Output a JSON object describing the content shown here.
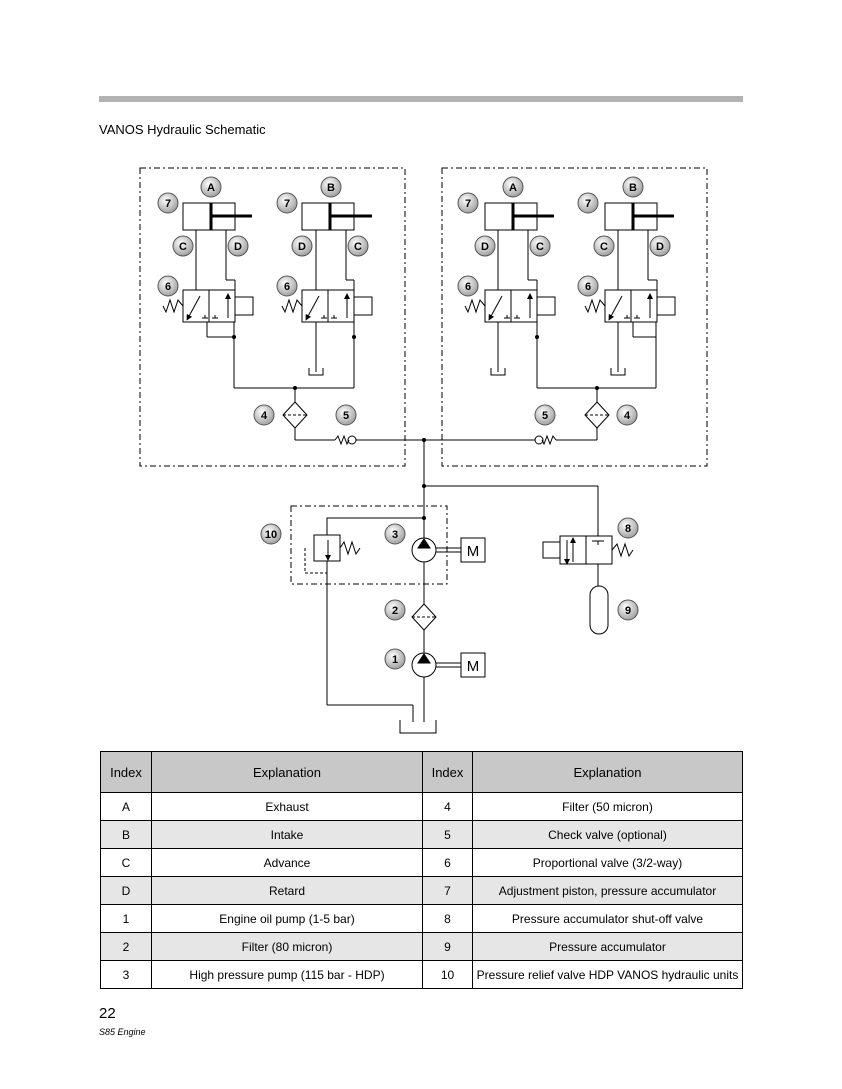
{
  "page": {
    "title": "VANOS Hydraulic Schematic",
    "page_number": "22",
    "footer": "S85 Engine"
  },
  "schematic": {
    "labels": {
      "A": "A",
      "B": "B",
      "C": "C",
      "D": "D",
      "n1": "1",
      "n2": "2",
      "n3": "3",
      "n4": "4",
      "n5": "5",
      "n6": "6",
      "n7": "7",
      "n8": "8",
      "n9": "9",
      "n10": "10",
      "motor": "M"
    }
  },
  "legend": {
    "headers": [
      "Index",
      "Explanation",
      "Index",
      "Explanation"
    ],
    "rows": [
      {
        "i1": "A",
        "e1": "Exhaust",
        "i2": "4",
        "e2": "Filter (50 micron)"
      },
      {
        "i1": "B",
        "e1": "Intake",
        "i2": "5",
        "e2": "Check valve (optional)"
      },
      {
        "i1": "C",
        "e1": "Advance",
        "i2": "6",
        "e2": "Proportional valve (3/2-way)"
      },
      {
        "i1": "D",
        "e1": "Retard",
        "i2": "7",
        "e2": "Adjustment piston, pressure accumulator"
      },
      {
        "i1": "1",
        "e1": "Engine oil pump (1-5 bar)",
        "i2": "8",
        "e2": "Pressure accumulator shut-off valve"
      },
      {
        "i1": "2",
        "e1": "Filter (80 micron)",
        "i2": "9",
        "e2": "Pressure accumulator"
      },
      {
        "i1": "3",
        "e1": "High pressure pump (115 bar - HDP)",
        "i2": "10",
        "e2": "Pressure relief valve HDP VANOS hydraulic units"
      }
    ]
  }
}
